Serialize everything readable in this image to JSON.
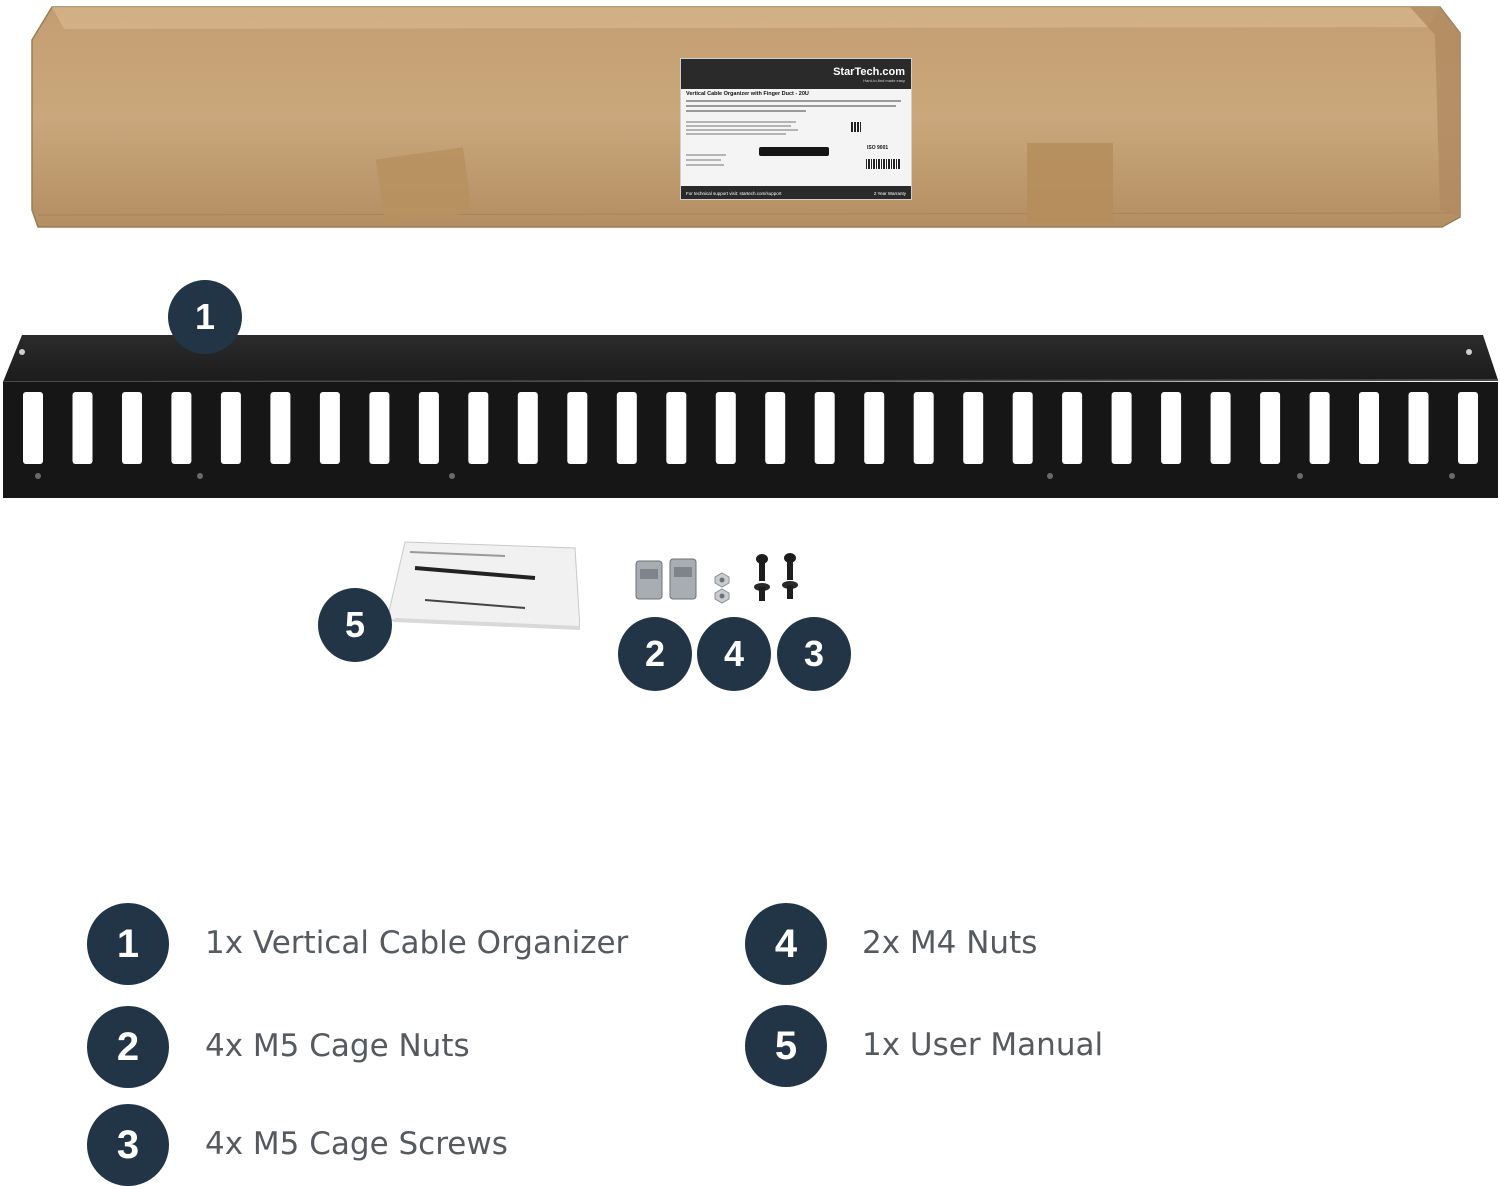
{
  "box_label": {
    "brand": "StarTech.com",
    "tagline": "Hard-to-find made easy",
    "title": "Vertical Cable Organizer with Finger Duct - 20U",
    "iso": "ISO 9001",
    "support": "For technical support visit: startech.com/support",
    "warranty": "2 Year Warranty"
  },
  "callouts": {
    "organizer": "1",
    "cage_nuts": "2",
    "cage_screws": "3",
    "m4_nuts": "4",
    "manual": "5"
  },
  "legend": [
    {
      "number": "1",
      "text": "1x Vertical Cable Organizer"
    },
    {
      "number": "2",
      "text": "4x M5 Cage Nuts"
    },
    {
      "number": "3",
      "text": "4x M5 Cage Screws"
    },
    {
      "number": "4",
      "text": "2x M4 Nuts"
    },
    {
      "number": "5",
      "text": "1x User Manual"
    }
  ],
  "colors": {
    "badge": "#223547",
    "legend_text": "#555a5f",
    "cardboard": "#c8a276",
    "organizer": "#1a1a1a"
  }
}
